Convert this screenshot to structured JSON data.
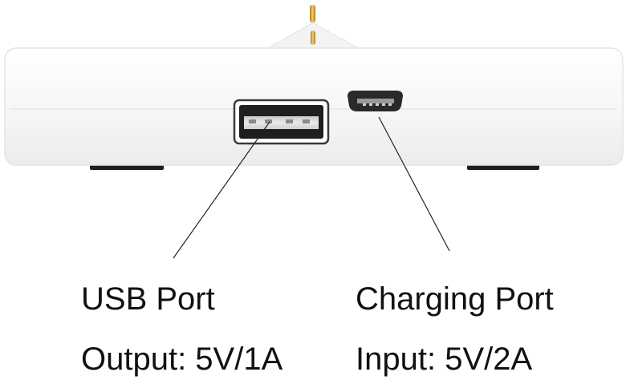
{
  "usb_port": {
    "title": "USB Port",
    "spec": "Output: 5V/1A"
  },
  "charging_port": {
    "title": "Charging Port",
    "spec": "Input: 5V/2A"
  },
  "colors": {
    "background": "#ffffff",
    "device_body": "#f7f7f7",
    "device_edge": "#e6e6e6",
    "pin_gold": "#d9a441",
    "text": "#111111"
  }
}
